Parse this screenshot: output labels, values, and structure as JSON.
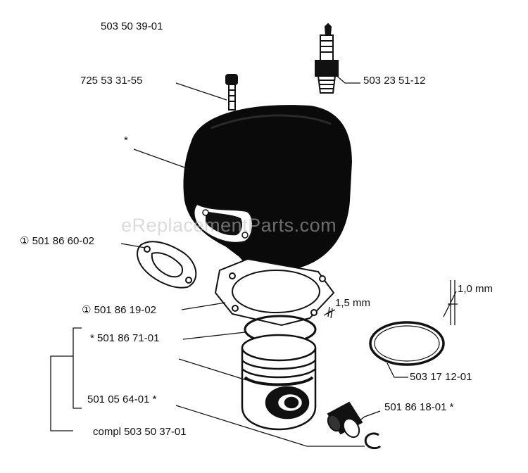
{
  "diagram": {
    "assembly_number": "503 50 39-01",
    "watermark": "eReplacementParts.com",
    "callouts": {
      "screw": "725 53 31-55",
      "spark_plug": "503 23 51-12",
      "cylinder_star": "*",
      "exhaust_gasket": "① 501 86 60-02",
      "base_gasket": "① 501 86 19-02",
      "piston_ring": "* 501 86 71-01",
      "ring_thickness": "1,5 mm",
      "large_ring_thickness": "1,0 mm",
      "large_ring": "503 17 12-01",
      "piston": "501 05 64-01  *",
      "needle_bearing": "501 86 18-01  *",
      "piston_kit": "compl 503 50 37-01"
    }
  }
}
